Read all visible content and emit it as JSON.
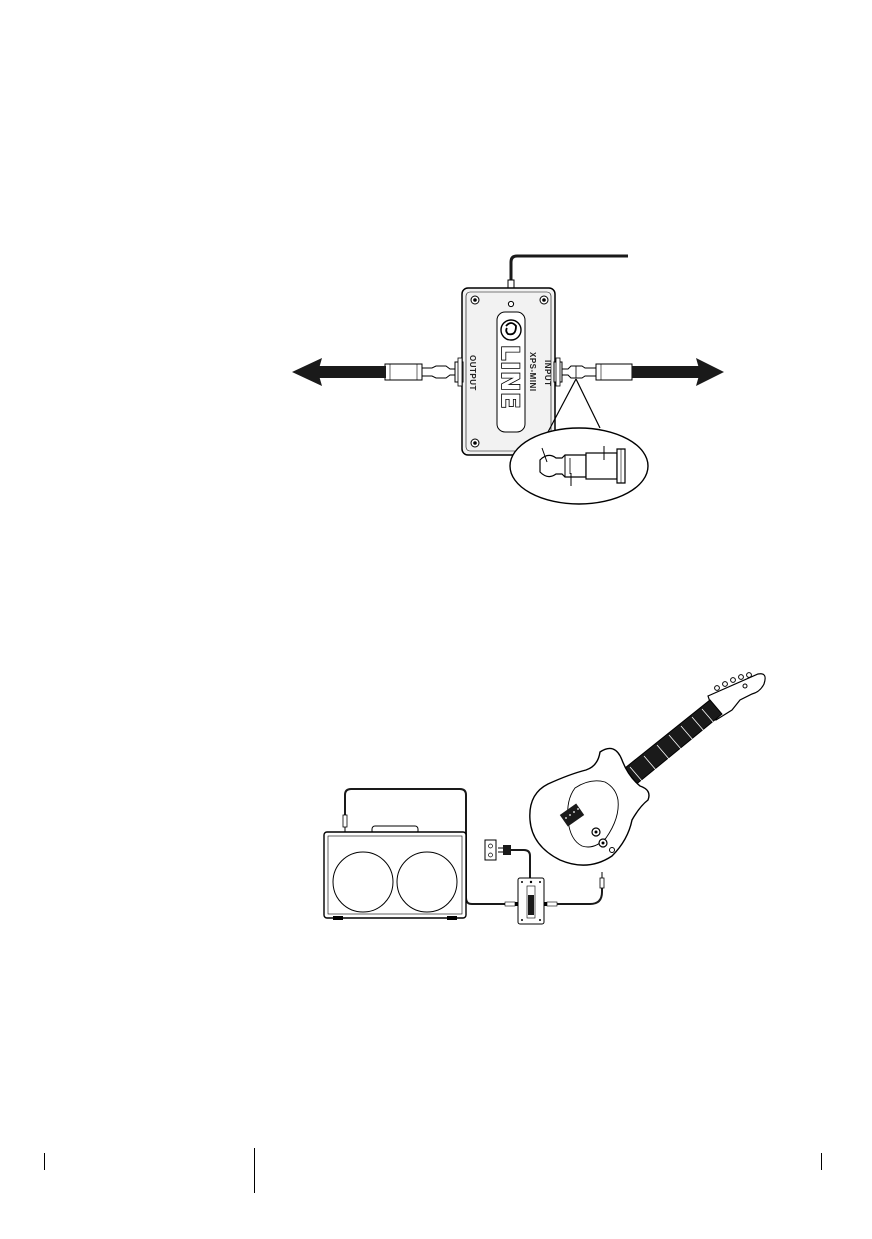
{
  "device": {
    "brand": "LINE",
    "model": "XPS-MINI",
    "jack_left_label": "OUTPUT",
    "jack_right_label": "INPUT"
  },
  "colors": {
    "ink": "#000000",
    "paper": "#ffffff",
    "device_fill": "#f2f2f2",
    "cable": "#1a1a1a"
  },
  "icons": {
    "output_arrow": "arrow-left-icon",
    "input_arrow": "arrow-right-icon",
    "plug_detail": "trs-plug-icon",
    "power_outlet": "wall-outlet-icon"
  }
}
